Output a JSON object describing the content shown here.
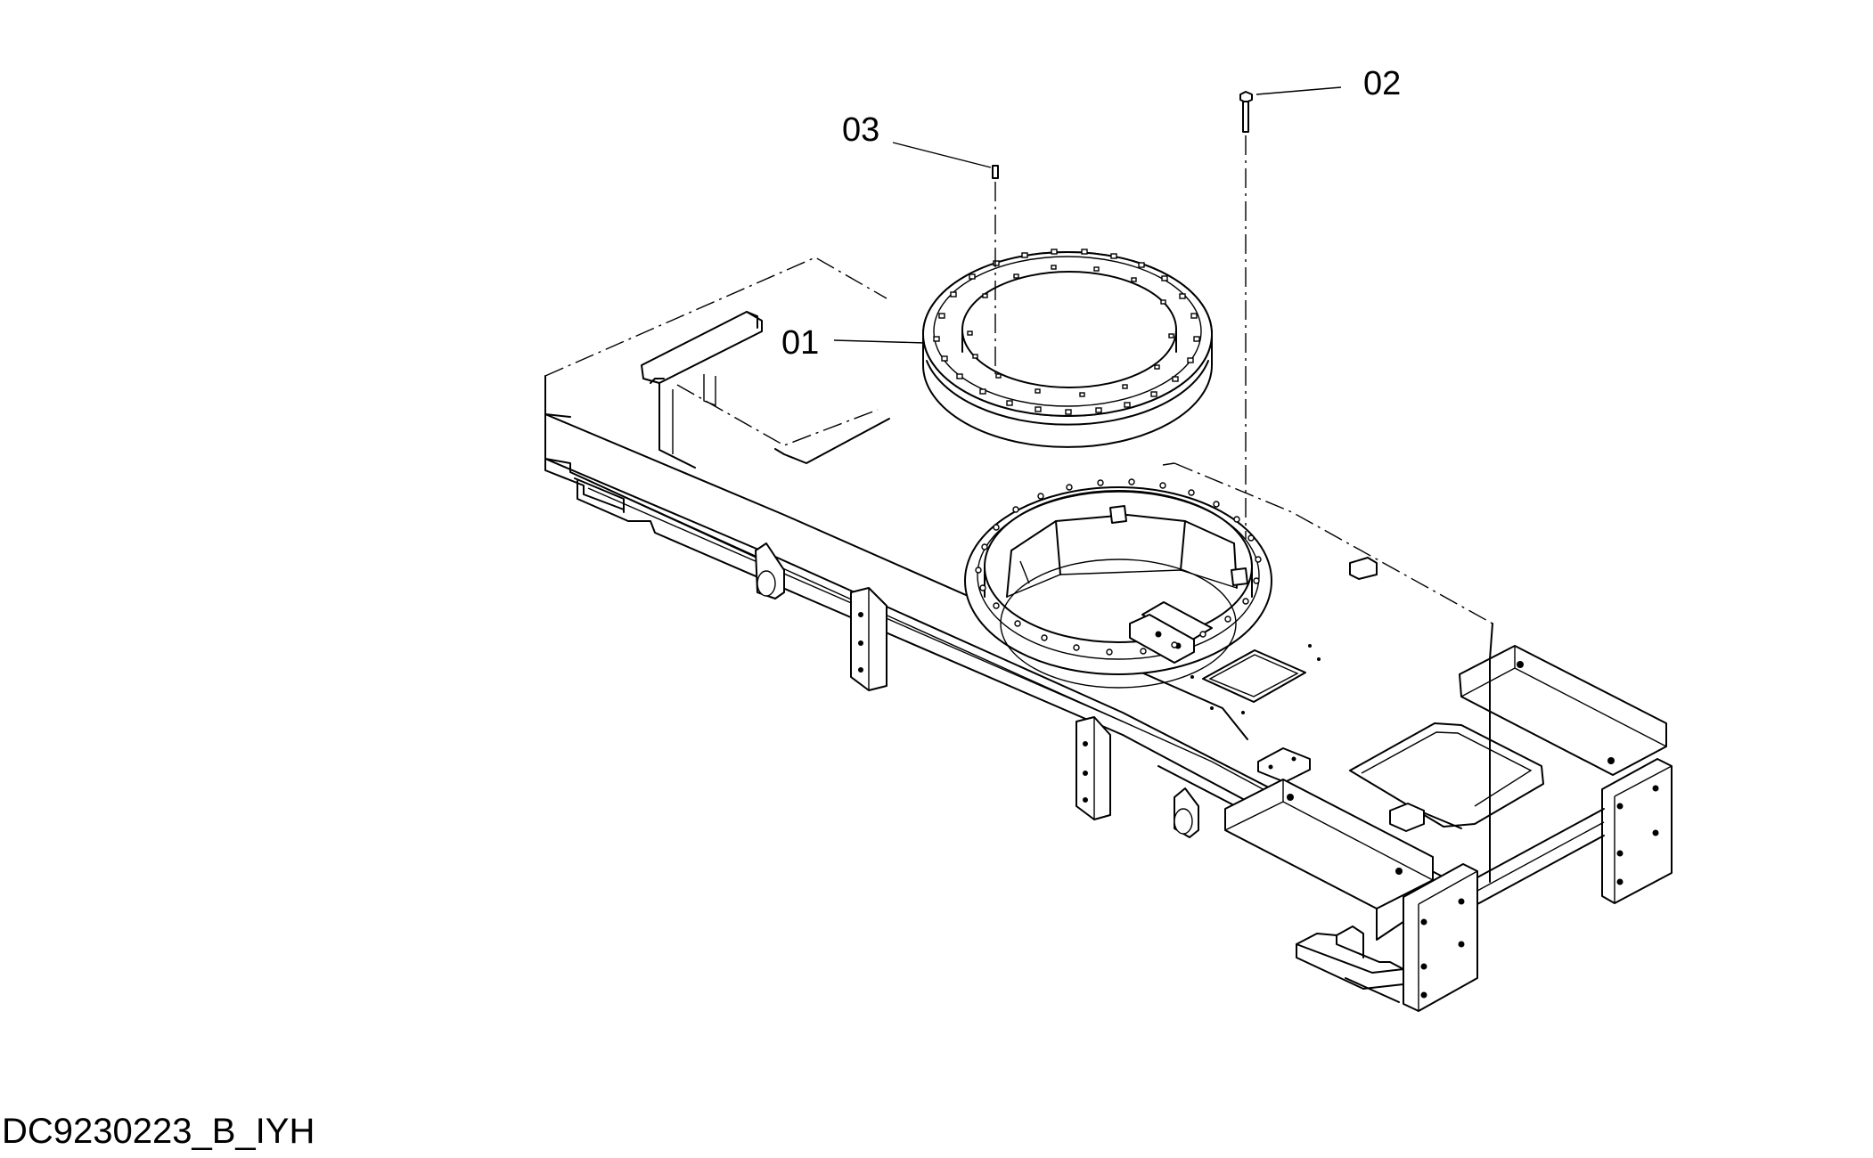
{
  "callouts": [
    {
      "id": "01",
      "label": "01",
      "part": "slewing-ring-bearing"
    },
    {
      "id": "02",
      "label": "02",
      "part": "bolt"
    },
    {
      "id": "03",
      "label": "03",
      "part": "pin"
    }
  ],
  "drawing_id": "DC9230223_B_IYH",
  "colors": {
    "line": "#000000",
    "background": "#ffffff"
  }
}
